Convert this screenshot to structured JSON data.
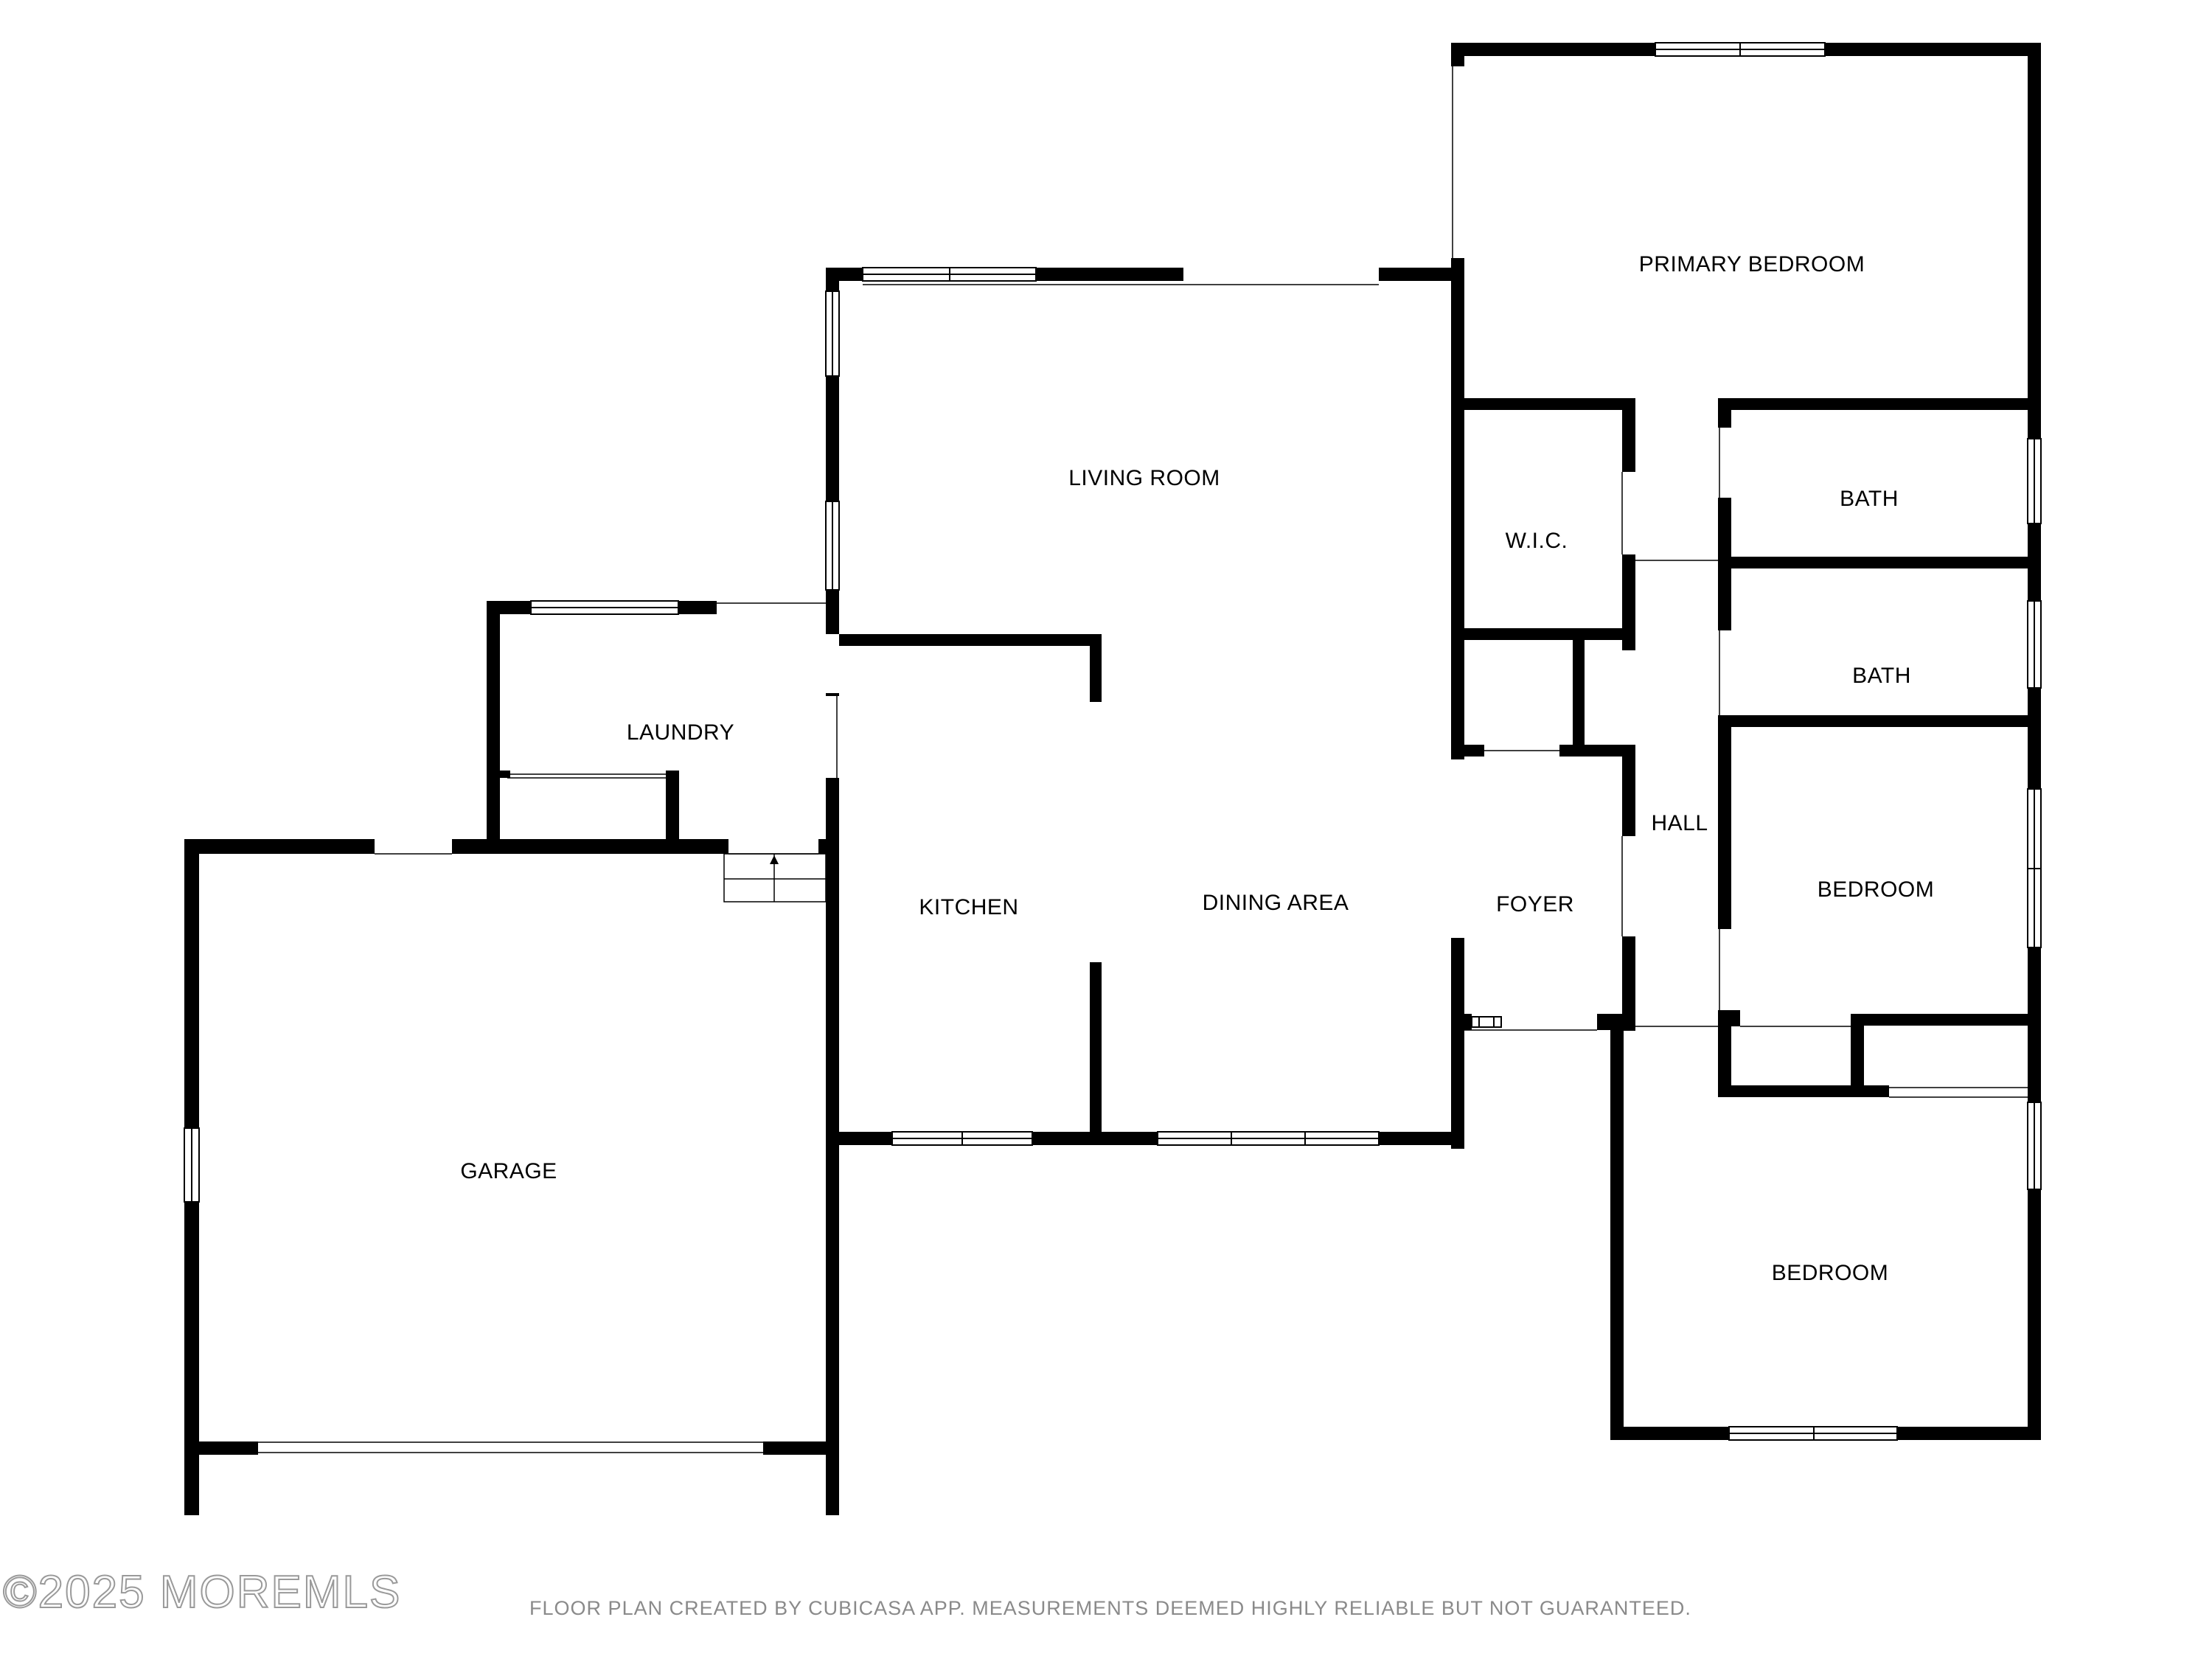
{
  "rooms": {
    "primary_bedroom": "PRIMARY BEDROOM",
    "living_room": "LIVING ROOM",
    "wic": "W.I.C.",
    "bath_1": "BATH",
    "bath_2": "BATH",
    "laundry": "LAUNDRY",
    "hall": "HALL",
    "bedroom_1": "BEDROOM",
    "kitchen": "KITCHEN",
    "dining_area": "DINING AREA",
    "foyer": "FOYER",
    "garage": "GARAGE",
    "bedroom_2": "BEDROOM"
  },
  "watermark": "©2025 MOREMLS",
  "disclaimer": "FLOOR PLAN CREATED BY CUBICASA APP. MEASUREMENTS DEEMED HIGHLY RELIABLE BUT NOT GUARANTEED."
}
